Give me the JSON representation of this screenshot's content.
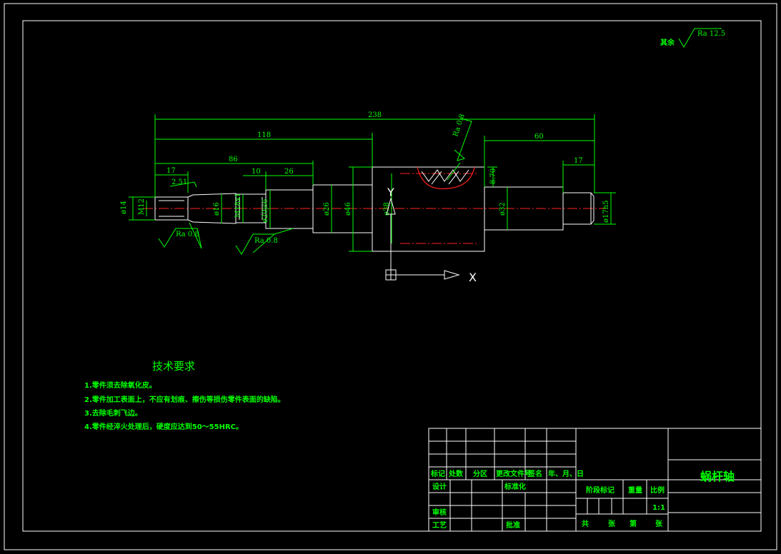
{
  "drawing": {
    "roughness_note": {
      "label": "其余",
      "value": "Ra 12.5"
    },
    "dimensions": {
      "total_length": "238",
      "len_118": "118",
      "len_86": "86",
      "len_17_left": "17",
      "len_10": "10",
      "len_26": "26",
      "len_60": "60",
      "len_17_right": "17",
      "chamfer": "2.51",
      "dia_14": "ø14",
      "thread_m12": "M12",
      "dia_16": "ø16",
      "thread_m18": "M18x1",
      "dia_20": "ø20js6",
      "dia_26": "ø26",
      "dia_46": "ø46",
      "dia_38": "ø38",
      "dia_32": "ø32",
      "dia_17": "ø17h5",
      "tooth_h": "8.70"
    },
    "roughness_marks": [
      "Ra 0.8",
      "Ra 0.8",
      "Ra 0.8"
    ],
    "axes": {
      "x": "X",
      "y": "Y"
    }
  },
  "requirements": {
    "title": "技术要求",
    "items": [
      "1.零件须去除氧化皮。",
      "2.零件加工表面上，不应有划痕、擦伤等损伤零件表面的缺陷。",
      "3.去除毛刺飞边。",
      "4.零件经淬火处理后，硬度应达到50～55HRC。"
    ]
  },
  "title_block": {
    "headers": [
      "标记",
      "处数",
      "分区",
      "更改文件号",
      "签名",
      "年、月、日"
    ],
    "design": "设计",
    "standardize": "标准化",
    "review": "审核",
    "process": "工艺",
    "approve": "批准",
    "stage_mark": "阶段标记",
    "weight": "重量",
    "scale_label": "比例",
    "scale_value": "1:1",
    "total": "共",
    "sheets1": "张",
    "sheet_no": "第",
    "sheets2": "张",
    "part_name": "蜗杆轴"
  }
}
